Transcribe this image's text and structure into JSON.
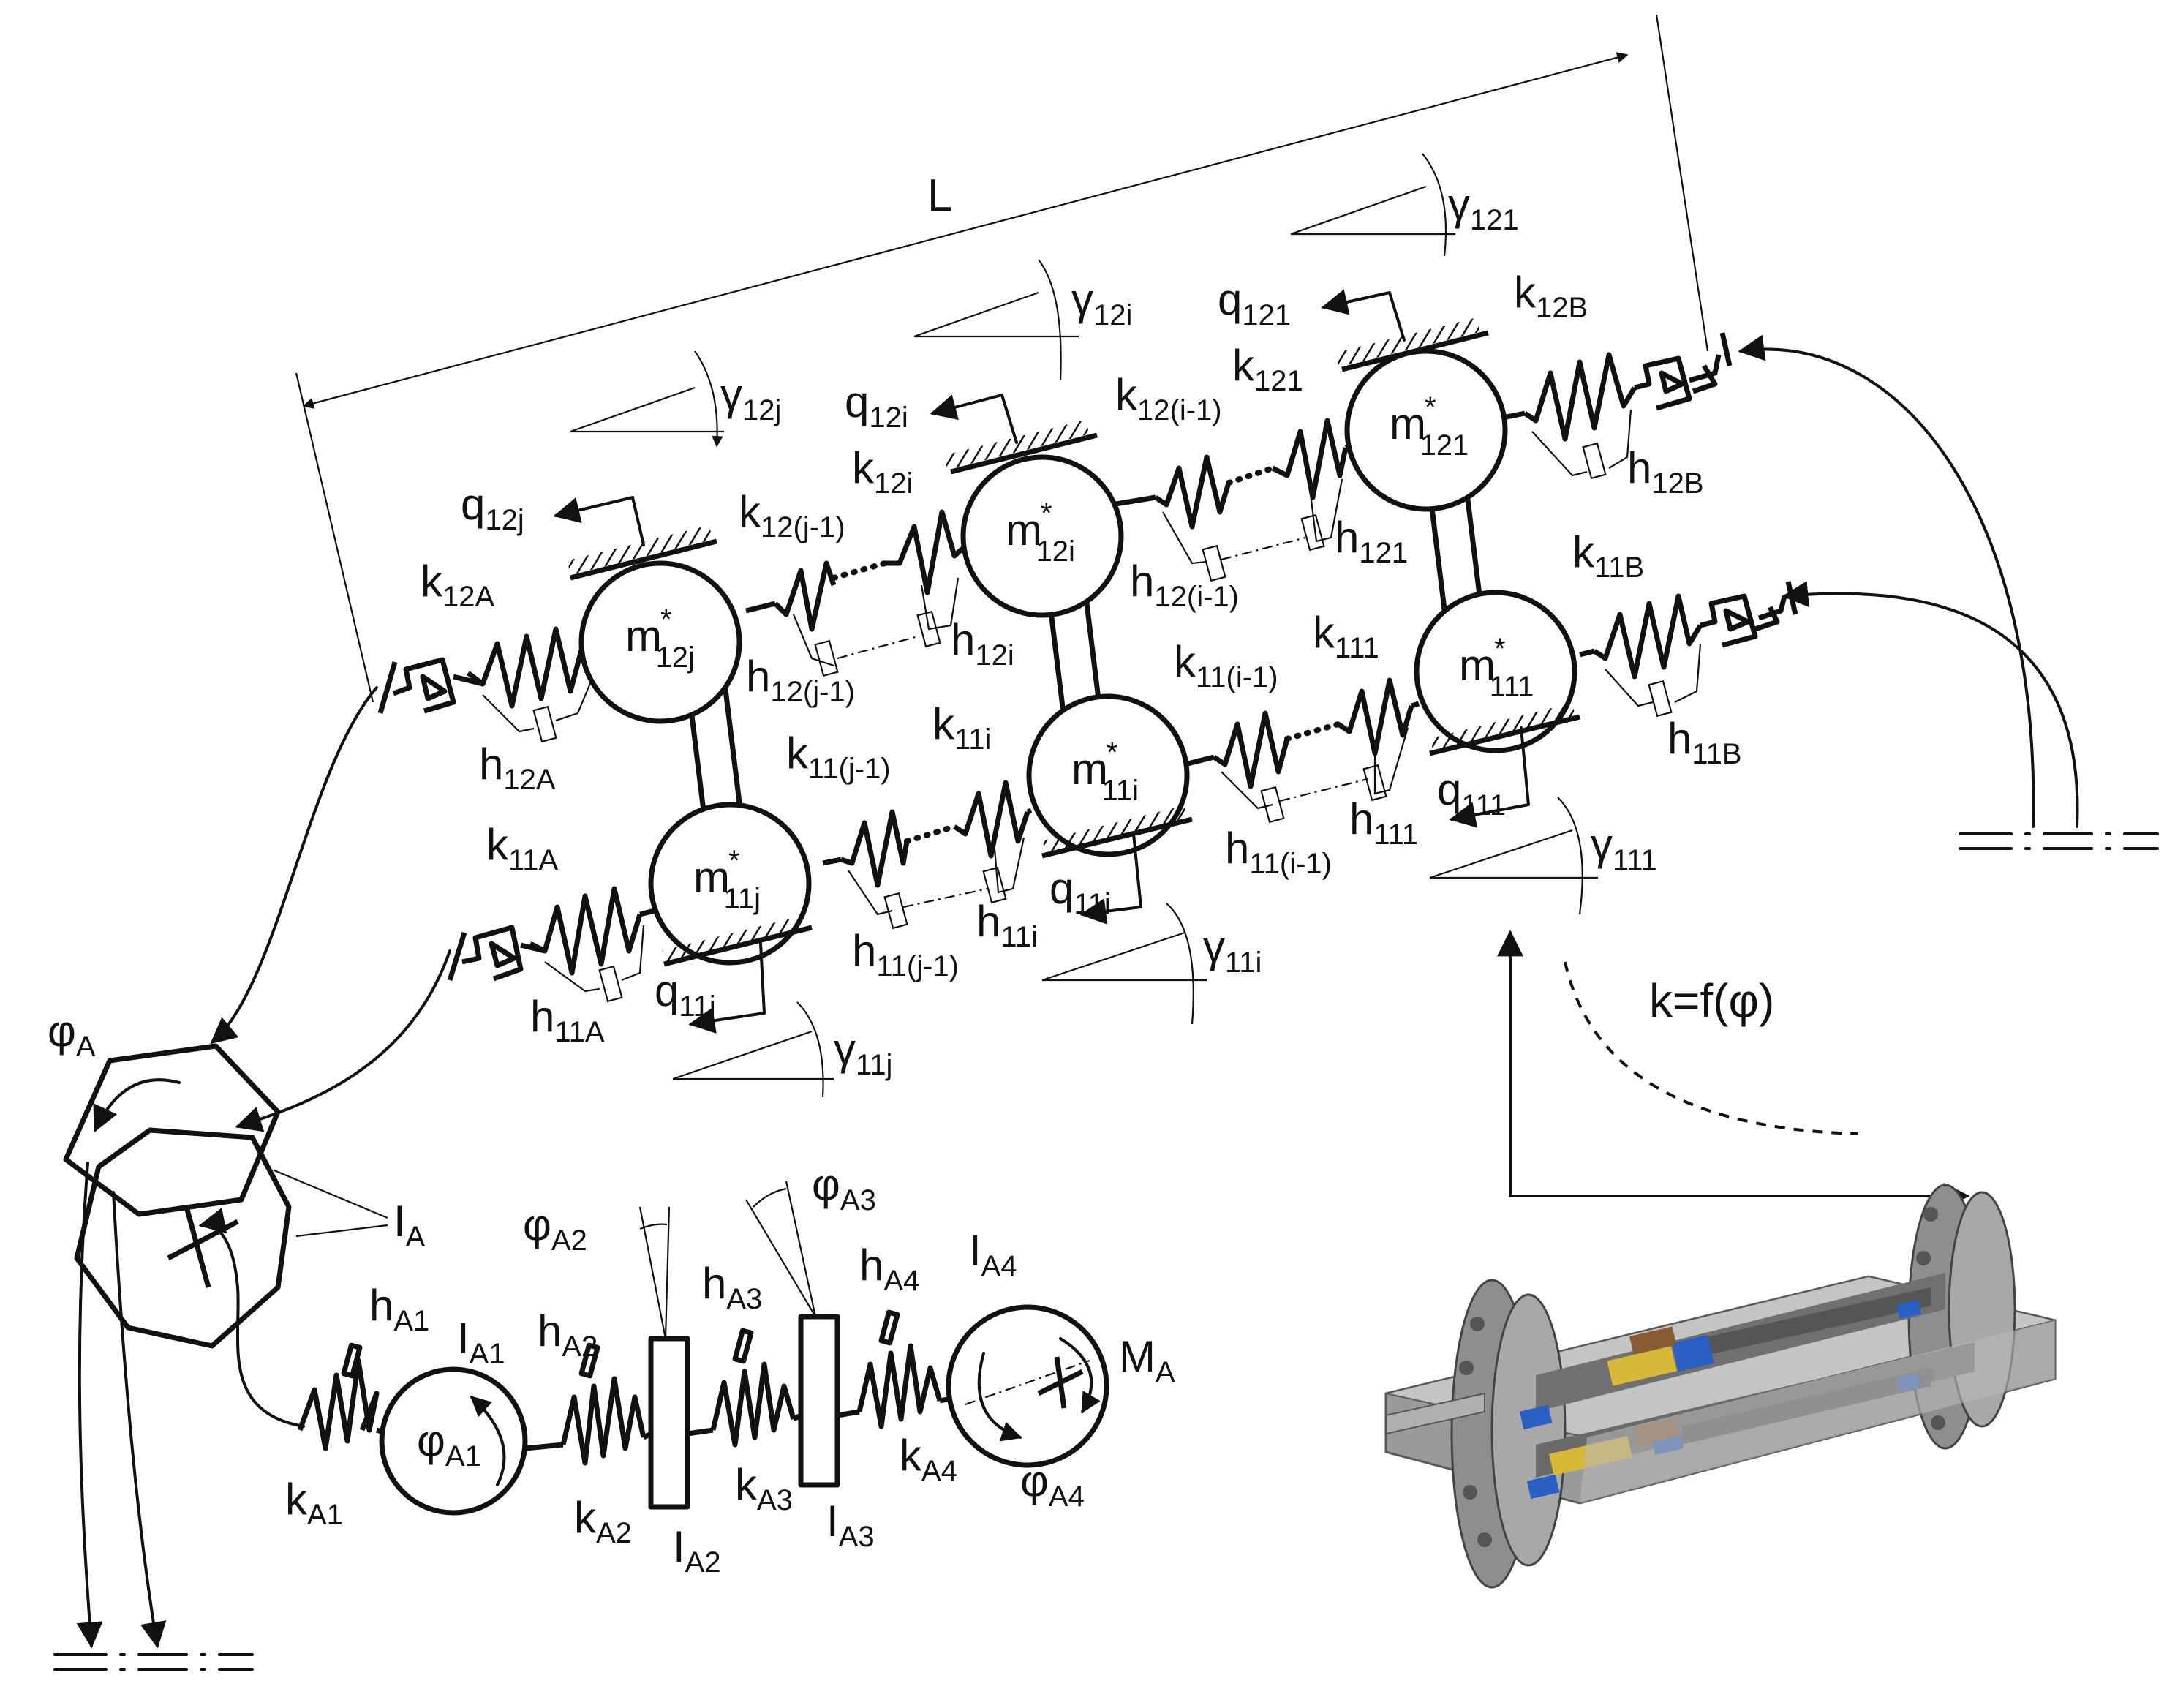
{
  "colors": {
    "ink": "#111111",
    "background": "#ffffff",
    "model_steel": "#8a8a8a",
    "model_dark": "#4a4a4a",
    "model_blue": "#2a5fc4",
    "model_yellow": "#d8b838",
    "model_brown": "#8a5a32"
  },
  "dimension": {
    "length": "L"
  },
  "masses": [
    {
      "base": "m",
      "sup": "*",
      "sub": "12j"
    },
    {
      "base": "m",
      "sup": "*",
      "sub": "12i"
    },
    {
      "base": "m",
      "sup": "*",
      "sub": "121"
    },
    {
      "base": "m",
      "sup": "*",
      "sub": "11j"
    },
    {
      "base": "m",
      "sup": "*",
      "sub": "11i"
    },
    {
      "base": "m",
      "sup": "*",
      "sub": "111"
    }
  ],
  "springs": [
    {
      "base": "k",
      "sub": "12A"
    },
    {
      "base": "k",
      "sub": "12(j-1)"
    },
    {
      "base": "k",
      "sub": "12i"
    },
    {
      "base": "k",
      "sub": "12(i-1)"
    },
    {
      "base": "k",
      "sub": "121"
    },
    {
      "base": "k",
      "sub": "12B"
    },
    {
      "base": "k",
      "sub": "11A"
    },
    {
      "base": "k",
      "sub": "11(j-1)"
    },
    {
      "base": "k",
      "sub": "11i"
    },
    {
      "base": "k",
      "sub": "11(i-1)"
    },
    {
      "base": "k",
      "sub": "111"
    },
    {
      "base": "k",
      "sub": "11B"
    }
  ],
  "dampers": [
    {
      "base": "h",
      "sub": "12A"
    },
    {
      "base": "h",
      "sub": "12(j-1)"
    },
    {
      "base": "h",
      "sub": "12i"
    },
    {
      "base": "h",
      "sub": "12(i-1)"
    },
    {
      "base": "h",
      "sub": "121"
    },
    {
      "base": "h",
      "sub": "12B"
    },
    {
      "base": "h",
      "sub": "11A"
    },
    {
      "base": "h",
      "sub": "11(j-1)"
    },
    {
      "base": "h",
      "sub": "11i"
    },
    {
      "base": "h",
      "sub": "11(i-1)"
    },
    {
      "base": "h",
      "sub": "111"
    },
    {
      "base": "h",
      "sub": "11B"
    }
  ],
  "gaps": [
    {
      "base": "q",
      "sub": "12j"
    },
    {
      "base": "q",
      "sub": "12i"
    },
    {
      "base": "q",
      "sub": "121"
    },
    {
      "base": "q",
      "sub": "11j"
    },
    {
      "base": "q",
      "sub": "11i"
    },
    {
      "base": "q",
      "sub": "111"
    }
  ],
  "angles": [
    {
      "base": "γ",
      "sub": "12j"
    },
    {
      "base": "γ",
      "sub": "12i"
    },
    {
      "base": "γ",
      "sub": "121"
    },
    {
      "base": "γ",
      "sub": "11j"
    },
    {
      "base": "γ",
      "sub": "11i"
    },
    {
      "base": "γ",
      "sub": "111"
    }
  ],
  "drive": {
    "phi_A": {
      "base": "φ",
      "sub": "A"
    },
    "I_A": {
      "base": "I",
      "sub": "A"
    },
    "h_A1": {
      "base": "h",
      "sub": "A1"
    },
    "I_A1": {
      "base": "I",
      "sub": "A1"
    },
    "h_A2": {
      "base": "h",
      "sub": "A2"
    },
    "phi_A2": {
      "base": "φ",
      "sub": "A2"
    },
    "h_A3": {
      "base": "h",
      "sub": "A3"
    },
    "phi_A3": {
      "base": "φ",
      "sub": "A3"
    },
    "h_A4": {
      "base": "h",
      "sub": "A4"
    },
    "I_A4": {
      "base": "I",
      "sub": "A4"
    },
    "M_A": {
      "base": "M",
      "sub": "A"
    },
    "phi_A1": {
      "base": "φ",
      "sub": "A1"
    },
    "k_A1": {
      "base": "k",
      "sub": "A1"
    },
    "k_A2": {
      "base": "k",
      "sub": "A2"
    },
    "I_A2": {
      "base": "I",
      "sub": "A2"
    },
    "k_A3": {
      "base": "k",
      "sub": "A3"
    },
    "I_A3": {
      "base": "I",
      "sub": "A3"
    },
    "k_A4": {
      "base": "k",
      "sub": "A4"
    },
    "phi_A4": {
      "base": "φ",
      "sub": "A4"
    }
  },
  "stiffness_curve": {
    "label": "k=f(φ)"
  }
}
